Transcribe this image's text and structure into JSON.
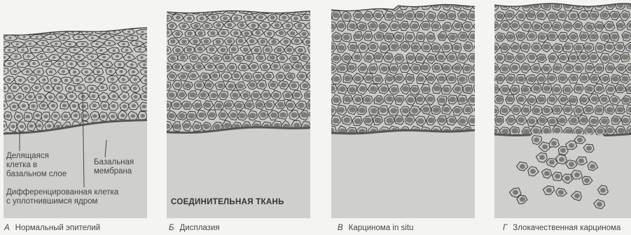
{
  "panels": [
    {
      "letter": "А",
      "caption": "Нормальный эпителий",
      "kind": "normal"
    },
    {
      "letter": "Б",
      "caption": "Дисплазия",
      "kind": "dysplasia"
    },
    {
      "letter": "В",
      "caption": "Карцинома in situ",
      "kind": "cis"
    },
    {
      "letter": "Г",
      "caption": "Злокачественная карцинома",
      "kind": "invasive"
    }
  ],
  "annotations": {
    "dividing_cell": "Делящаяся\nклетка в\nбазальном слое",
    "basement_membrane": "Базальная\nмембрана",
    "differentiated_cell": "Дифференцированная клетка\nс уплотнившимся ядром",
    "connective_tissue": "СОЕДИНИТЕЛЬНАЯ ТКАНЬ"
  },
  "colors": {
    "background": "#f4f4f2",
    "epithelium_bg": "#c9c9c5",
    "cell_fill": "#c7c7c3",
    "nucleus": "#7a7a76",
    "outline": "#3a3a38",
    "connective": "#cfcfcb"
  }
}
